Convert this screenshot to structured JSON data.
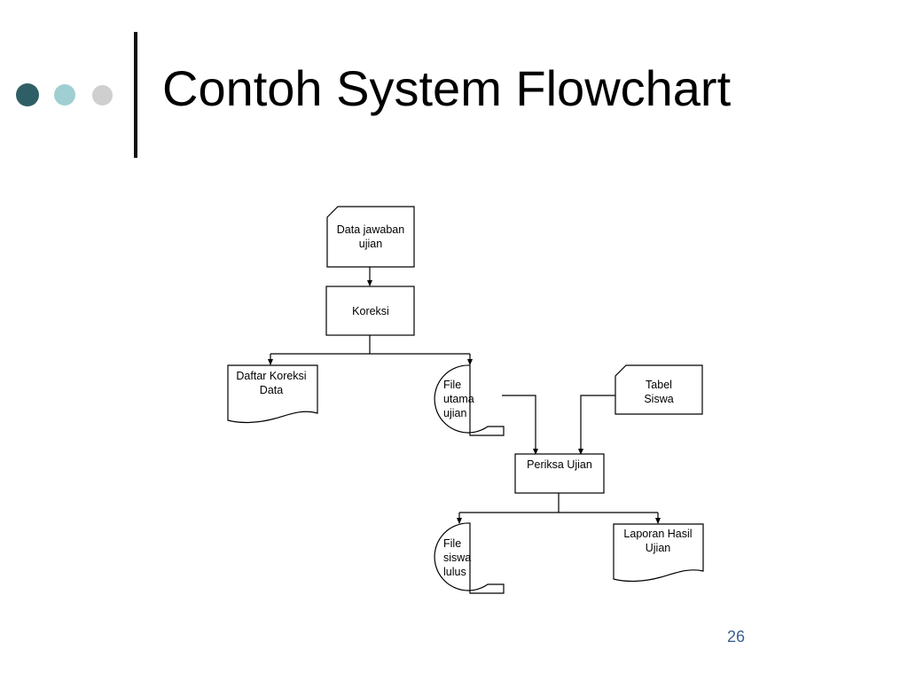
{
  "slide": {
    "title": "Contoh System Flowchart",
    "page_number": "26",
    "dot_colors": [
      "#2f5f66",
      "#9fcfd2",
      "#cfcfcf"
    ]
  },
  "flowchart": {
    "data_jawaban": [
      "Data jawaban",
      "ujian"
    ],
    "koreksi": [
      "Koreksi"
    ],
    "daftar_koreksi": [
      "Daftar Koreksi",
      "Data"
    ],
    "file_utama": [
      "File",
      "utama",
      "ujian"
    ],
    "tabel_siswa": [
      "Tabel",
      "Siswa"
    ],
    "periksa_ujian": [
      "Periksa Ujian"
    ],
    "file_siswa": [
      "File",
      "siswa",
      "lulus"
    ],
    "laporan_hasil": [
      "Laporan Hasil",
      "Ujian"
    ]
  }
}
